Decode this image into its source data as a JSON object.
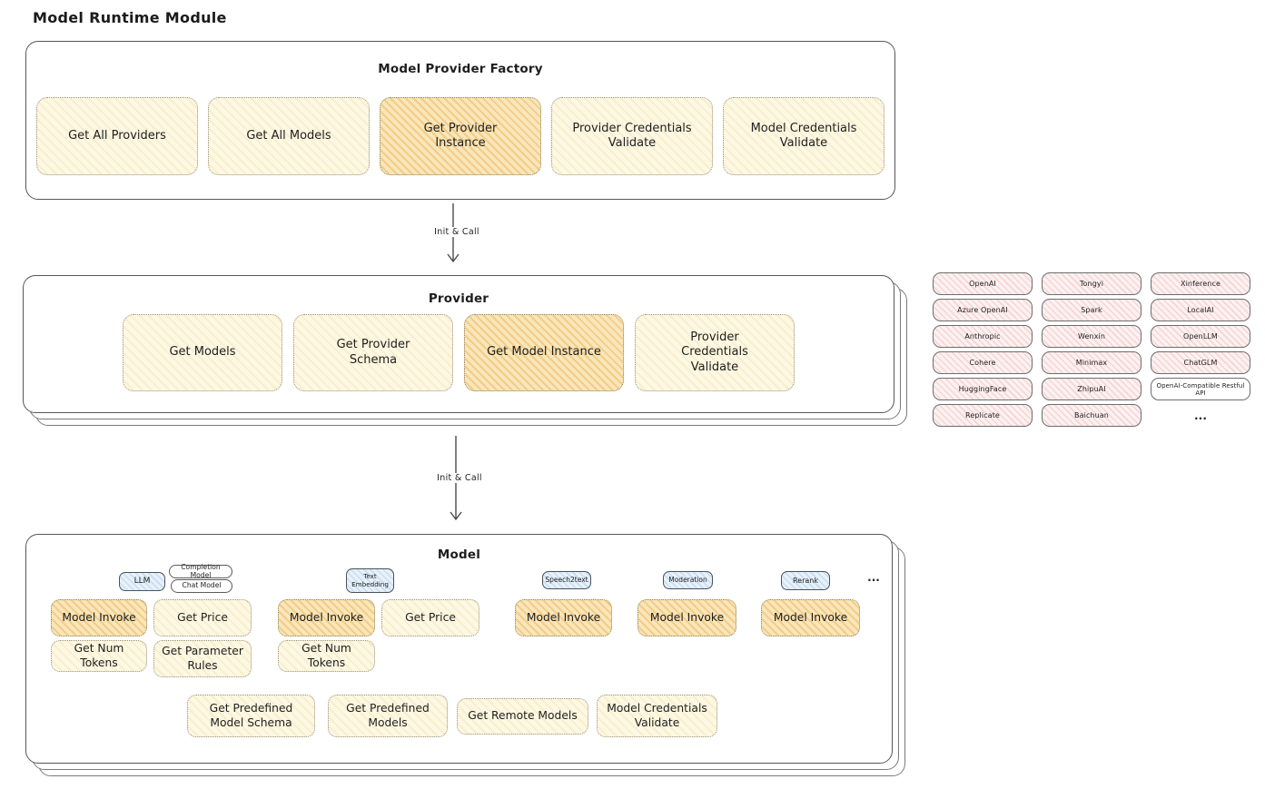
{
  "page_title": "Model Runtime Module",
  "colors": {
    "node_yellow": "#fdf8e4",
    "node_highlight_orange": "#f9e6ba",
    "tag_blue": "#e7f1fa",
    "provider_pink": "#fdf1f1",
    "ink": "#1e1e1e"
  },
  "arrows": {
    "arrow1_label": "Init & Call",
    "arrow2_label": "Init & Call"
  },
  "factory": {
    "title": "Model Provider Factory",
    "buttons": [
      {
        "label": "Get All Providers",
        "highlight": false
      },
      {
        "label": "Get All Models",
        "highlight": false
      },
      {
        "label": "Get Provider Instance",
        "highlight": true
      },
      {
        "label": "Provider Credentials Validate",
        "highlight": false
      },
      {
        "label": "Model Credentials Validate",
        "highlight": false
      }
    ]
  },
  "provider": {
    "title": "Provider",
    "buttons": [
      {
        "label": "Get Models",
        "highlight": false
      },
      {
        "label": "Get Provider Schema",
        "highlight": false
      },
      {
        "label": "Get Model Instance",
        "highlight": true
      },
      {
        "label": "Provider Credentials Validate",
        "highlight": false
      }
    ]
  },
  "provider_list": {
    "items": [
      {
        "label": "OpenAI",
        "style": "pink"
      },
      {
        "label": "Tongyi",
        "style": "pink"
      },
      {
        "label": "Xinference",
        "style": "pink"
      },
      {
        "label": "Azure OpenAI",
        "style": "pink"
      },
      {
        "label": "Spark",
        "style": "pink"
      },
      {
        "label": "LocalAI",
        "style": "pink"
      },
      {
        "label": "Anthropic",
        "style": "pink"
      },
      {
        "label": "Wenxin",
        "style": "pink"
      },
      {
        "label": "OpenLLM",
        "style": "pink"
      },
      {
        "label": "Cohere",
        "style": "pink"
      },
      {
        "label": "Minimax",
        "style": "pink"
      },
      {
        "label": "ChatGLM",
        "style": "pink"
      },
      {
        "label": "HuggingFace",
        "style": "pink"
      },
      {
        "label": "ZhipuAI",
        "style": "pink"
      },
      {
        "label": "OpenAI-Compatible Restful API",
        "style": "white"
      },
      {
        "label": "Replicate",
        "style": "pink"
      },
      {
        "label": "Baichuan",
        "style": "pink"
      },
      {
        "label": "...",
        "style": "plain"
      }
    ]
  },
  "model": {
    "title": "Model",
    "tags": [
      {
        "label": "LLM",
        "style": "blue"
      },
      {
        "label": "Completion Model",
        "style": "white"
      },
      {
        "label": "Chat Model",
        "style": "white"
      },
      {
        "label": "Text Embedding",
        "style": "blue"
      },
      {
        "label": "Speech2text",
        "style": "blue"
      },
      {
        "label": "Moderation",
        "style": "blue"
      },
      {
        "label": "Rerank",
        "style": "blue"
      },
      {
        "label": "...",
        "style": "plain"
      }
    ],
    "buttons": [
      {
        "label": "Model Invoke",
        "highlight": true
      },
      {
        "label": "Get Price",
        "highlight": false
      },
      {
        "label": "Model Invoke",
        "highlight": true
      },
      {
        "label": "Get Price",
        "highlight": false
      },
      {
        "label": "Model Invoke",
        "highlight": true
      },
      {
        "label": "Model Invoke",
        "highlight": true
      },
      {
        "label": "Model Invoke",
        "highlight": true
      },
      {
        "label": "Get Num Tokens",
        "highlight": false
      },
      {
        "label": "Get Parameter Rules",
        "highlight": false
      },
      {
        "label": "Get Num Tokens",
        "highlight": false
      },
      {
        "label": "Get Predefined Model Schema",
        "highlight": false
      },
      {
        "label": "Get Predefined Models",
        "highlight": false
      },
      {
        "label": "Get Remote Models",
        "highlight": false
      },
      {
        "label": "Model Credentials Validate",
        "highlight": false
      }
    ]
  }
}
